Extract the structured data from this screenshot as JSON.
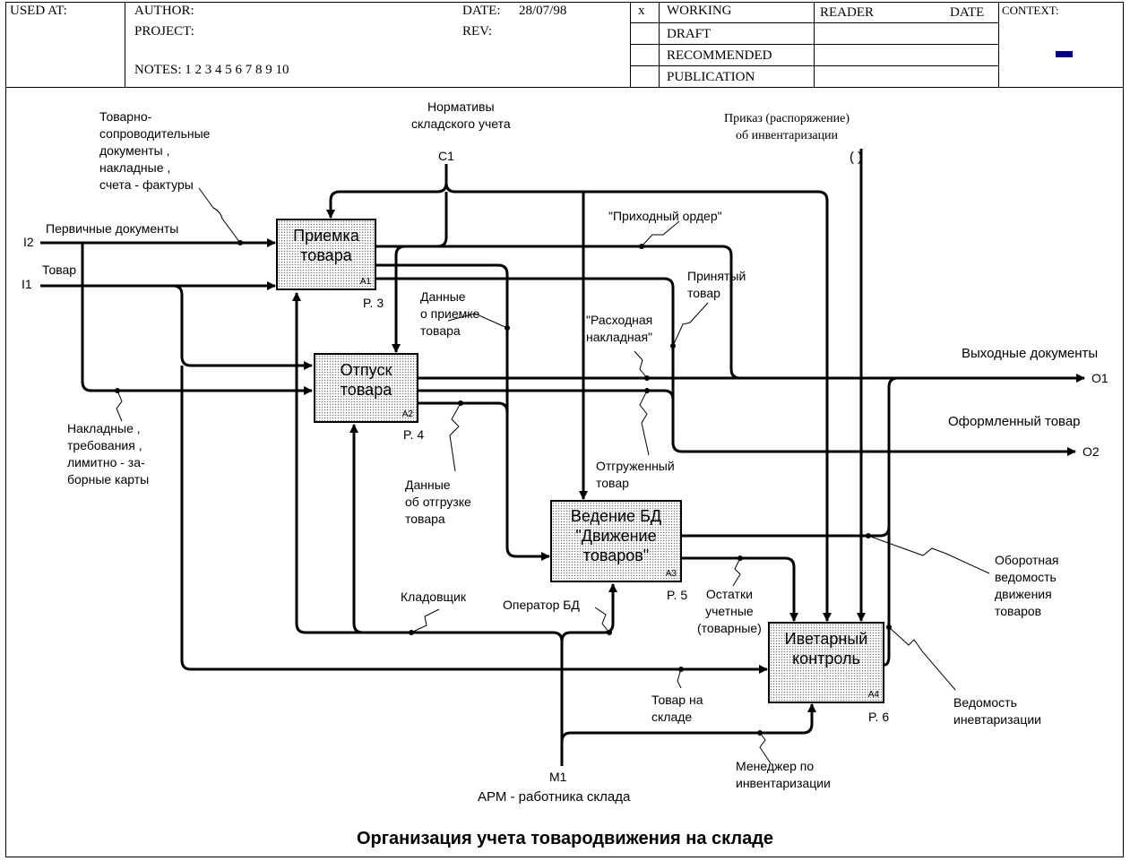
{
  "header": {
    "used_at": "USED AT:",
    "author": "AUTHOR:",
    "project": "PROJECT:",
    "notes": "NOTES:  1  2  3  4  5  6  7  8  9  10",
    "date_label": "DATE:",
    "date_value": "28/07/98",
    "rev": "REV:",
    "x_mark": "x",
    "status": [
      "WORKING",
      "DRAFT",
      "RECOMMENDED",
      "PUBLICATION"
    ],
    "reader": "READER",
    "reader_date": "DATE",
    "context": "CONTEXT:",
    "context_mark_color": "#000080"
  },
  "boxes": [
    {
      "title": "Приемка\nтовара",
      "num": "A1",
      "page": "P. 3"
    },
    {
      "title": "Отпуск\nтовара",
      "num": "A2",
      "page": "P. 4"
    },
    {
      "title": "Ведение БД\n\"Движение\nтоваров\"",
      "num": "A3",
      "page": "P. 5"
    },
    {
      "title": "Иветарный\nконтроль",
      "num": "A4",
      "page": "P. 6"
    }
  ],
  "codes": {
    "i2": "I2",
    "i1": "I1",
    "c1": "C1",
    "m1": "M1",
    "o1": "O1",
    "o2": "O2"
  },
  "labels": {
    "normativy": "Нормативы\nскладского учета",
    "prikaz": "Приказ (распоряжение)\nоб инвентаризации",
    "tunnel": "( )",
    "tovarno": "Товарно-\nсопроводительные\nдокументы ,\nнакладные ,\nсчета - фактуры",
    "pervichnye": "Первичные документы",
    "tovar": "Товар",
    "prihodny": "\"Приходный ордер\"",
    "prinyaty": "Принятый\nтовар",
    "dannye_priemke": "Данные\nо приемке\nтовара",
    "rashodnaya": "\"Расходная\nнакладная\"",
    "vyhodnye": "Выходные документы",
    "oformlenny": "Оформленный товар",
    "nakladnye": "Накладные ,\nтребования ,\nлимитно - за-\nборные карты",
    "otgruzhenny": "Отгруженный\nтовар",
    "dannye_otgruzke": "Данные\nоб отгрузке\nтовара",
    "oborotnaya": "Оборотная\nведомость\nдвижения\nтоваров",
    "ostatki": "Остатки\nучетные\n(товарные)",
    "kladovshik": "Кладовщик",
    "operator": "Оператор БД",
    "tovar_sklade": "Товар на\nскладе",
    "vedomost": "Ведомость\nиневтаризации",
    "menedzher": "Менеджер по\nинвентаризации",
    "arm": "АРМ - работника склада"
  },
  "diagram_title": "Организация учета товародвижения на складе"
}
